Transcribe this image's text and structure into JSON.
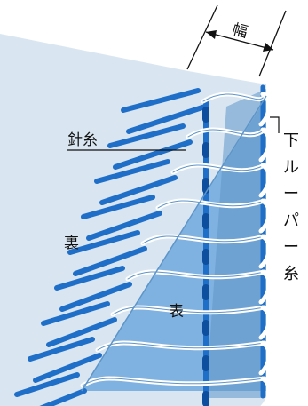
{
  "labels": {
    "width_mark": "幅",
    "needle_thread": "針糸",
    "lower_looper_thread": [
      "下",
      "ル",
      "ー",
      "パ",
      "ー",
      "糸"
    ],
    "back_side": "裏",
    "front_side": "表"
  },
  "colors": {
    "fabric_back": "#d9e6f1",
    "fabric_front": "#7fb2e0",
    "fabric_edge": "#5e95c8",
    "stitch_blue": "#1f6fc9",
    "looper_white": "#ffffff",
    "line": "#111111"
  },
  "stitch_count": 9
}
